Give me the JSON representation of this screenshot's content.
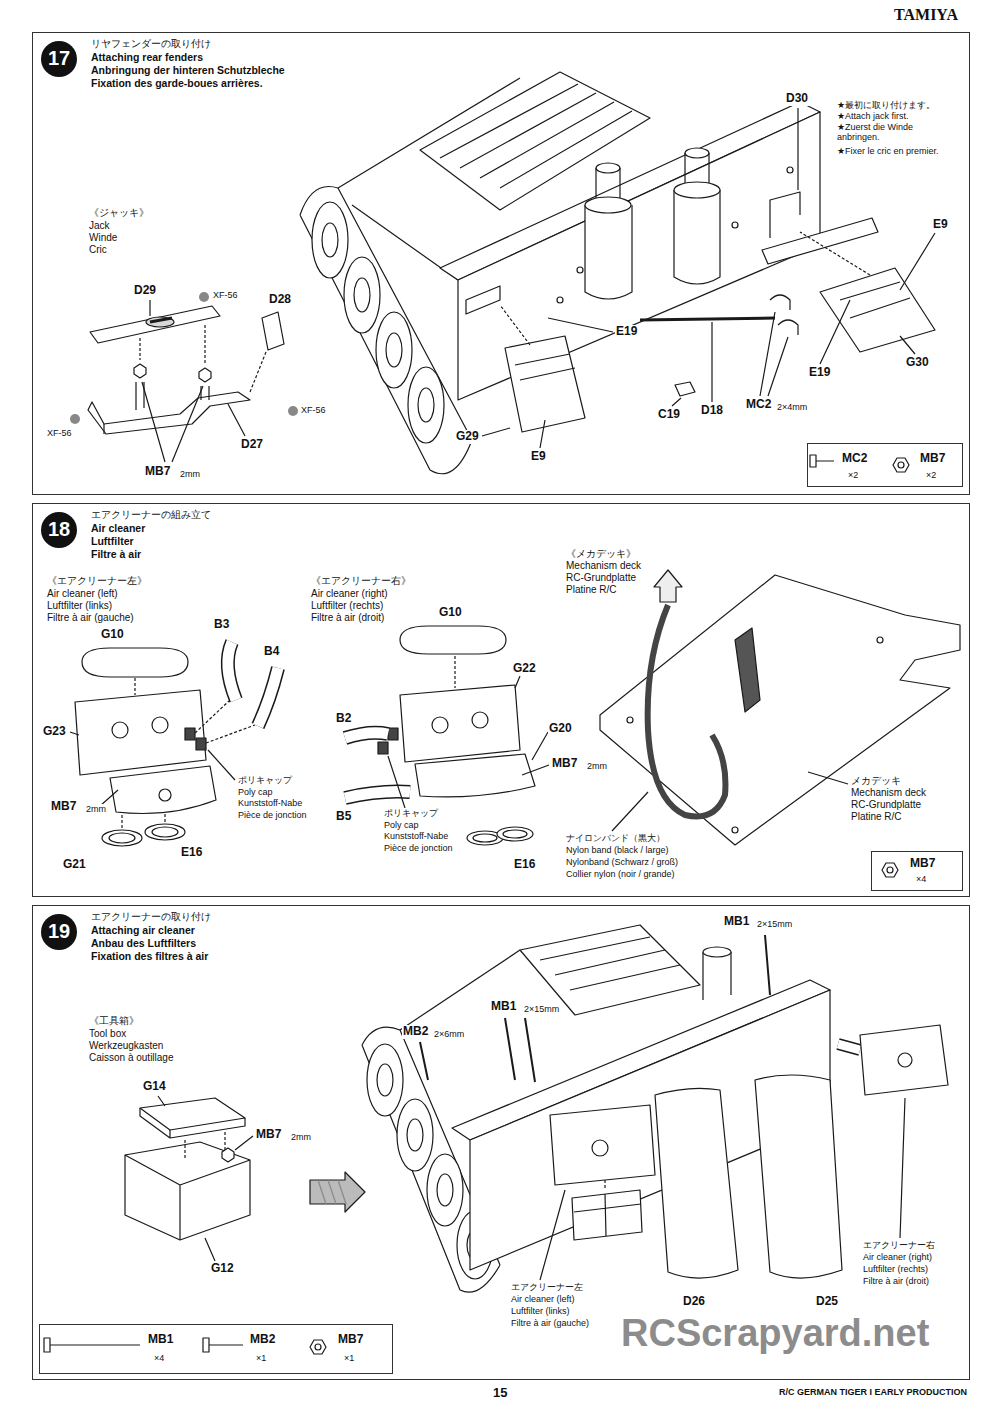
{
  "diagram": {
    "nodes": [
      {
        "text": [
          "リヤフェンダーの取り付け",
          "Attaching rear fenders",
          "Anbringung der hinteren Schutzbleche",
          "Fixation des garde-boues arrières."
        ]
      },
      {
        "text": [
          "17"
        ],
        "in": 0
      },
      {
        "text": [
          "MC2",
          "×2",
          "MB7",
          "×2"
        ],
        "in": 0
      },
      {
        "text": [
          "エアクリーナーの組み立て",
          "Air cleaner",
          "Luftfilter",
          "Filtre à air"
        ]
      },
      {
        "text": [
          "18"
        ],
        "in": 3
      },
      {
        "text": [
          "MB7",
          "×4"
        ],
        "in": 3
      },
      {
        "text": [
          "エアクリーナーの取り付け",
          "Attaching air cleaner",
          "Anbau des Luftfilters",
          "Fixation des filtres à air"
        ]
      },
      {
        "text": [
          "19"
        ],
        "in": 6
      },
      {
        "text": [
          "MB1",
          "×4",
          "MB2",
          "×1",
          "MB7",
          "×1"
        ],
        "in": 6
      }
    ],
    "labels": [
      "TAMIYA",
      "《ジャッキ》",
      "Jack",
      "Winde",
      "Cric",
      "D29",
      "XF-56",
      "D28",
      "XF-56",
      "XF-56",
      "D27",
      "MB7",
      "2mm",
      "D30",
      "★最初に取り付けます。",
      "★Attach jack first.",
      "★Zuerst die Winde anbringen.",
      "★Fixer le cric en premier.",
      "E9",
      "E19",
      "G30",
      "E19",
      "MC2",
      "2×4mm",
      "D18",
      "C19",
      "G29",
      "E9",
      "《エアクリーナー左》",
      "Air cleaner (left)",
      "Luftfilter (links)",
      "Filtre à air (gauche)",
      "G10",
      "B3",
      "B4",
      "G23",
      "ポリキャップ",
      "Poly cap",
      "Kunststoff-Nabe",
      "Pièce de jonction",
      "MB7",
      "2mm",
      "G21",
      "E16",
      "《エアクリーナー右》",
      "Air cleaner (right)",
      "Luftfilter (rechts)",
      "Filtre à air (droit)",
      "G10",
      "G22",
      "B2",
      "G20",
      "MB7",
      "2mm",
      "B5",
      "ポリキャップ",
      "Poly cap",
      "Kunststoff-Nabe",
      "Pièce de jonction",
      "E16",
      "《メカデッキ》",
      "Mechanism deck",
      "RC-Grundplatte",
      "Platine R/C",
      "メカデッキ",
      "Mechanism deck",
      "RC-Grundplatte",
      "Platine R/C",
      "ナイロンバンド（黒大）",
      "Nylon band (black / large)",
      "Nylonband (Schwarz / groß)",
      "Collier nylon (noir / grande)",
      "《工具箱》",
      "Tool box",
      "Werkzeugkasten",
      "Caisson à outillage",
      "G14",
      "MB7",
      "2mm",
      "G12",
      "MB1",
      "2×15mm",
      "MB2",
      "2×6mm",
      "MB1",
      "2×15mm",
      "エアクリーナー左",
      "Air cleaner (left)",
      "Luftfilter (links)",
      "Filtre à air (gauche)",
      "D26",
      "D25",
      "エアクリーナー右",
      "Air cleaner (right)",
      "Luftfilter (rechts)",
      "Filtre à air (droit)",
      "15",
      "R/C GERMAN TIGER I EARLY PRODUCTION",
      "RCScrapyard.net"
    ]
  }
}
